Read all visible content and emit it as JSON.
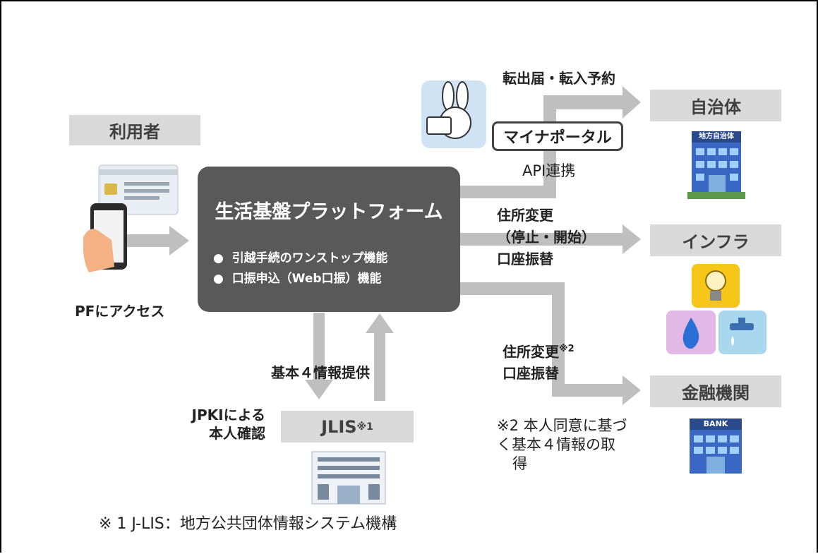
{
  "labels": {
    "user": "利用者",
    "user_caption": "PFにアクセス",
    "platform_title": "生活基盤プラットフォーム",
    "platform_bullets": [
      "引越手続のワンストップ機能",
      "口振申込（Web口振）機能"
    ],
    "bullet_mark": "●",
    "jlis": "JLIS",
    "jlis_sup": "※1",
    "jpki_line1": "JPKIによる",
    "jpki_line2": "本人確認",
    "basic4": "基本４情報提供",
    "moving_notice": "転出届・転入予約",
    "mynaportal": "マイナポータル",
    "api": "API連携",
    "municipality": "自治体",
    "infra": "インフラ",
    "infra_line1": "住所変更",
    "infra_line2": "（停止・開始）",
    "infra_line3": "口座振替",
    "finance": "金融機関",
    "finance_line1": "住所変更",
    "finance_sup": "※2",
    "finance_line2": "口座振替",
    "note2_line1": "※2 本人同意に基づ",
    "note2_line2": "く基本４情報の取",
    "note2_line3": "得",
    "note1": "※ 1 J-LIS：地方公共団体情報システム機構",
    "building_sign": "地方自治体",
    "bank_sign": "BANK"
  },
  "icons": [
    "myna-rabbit-icon",
    "smartphone-card-icon",
    "city-hall-icon",
    "lightbulb-icon",
    "water-drop-icon",
    "faucet-icon",
    "bank-icon",
    "jlis-building-icon"
  ],
  "colors": {
    "label_box": "#d9d9d9",
    "arrow": "#bfbfbf",
    "platform": "#595959",
    "electric": "#f5c518",
    "gas": "#e2b8e6",
    "water": "#a9d8ee"
  }
}
